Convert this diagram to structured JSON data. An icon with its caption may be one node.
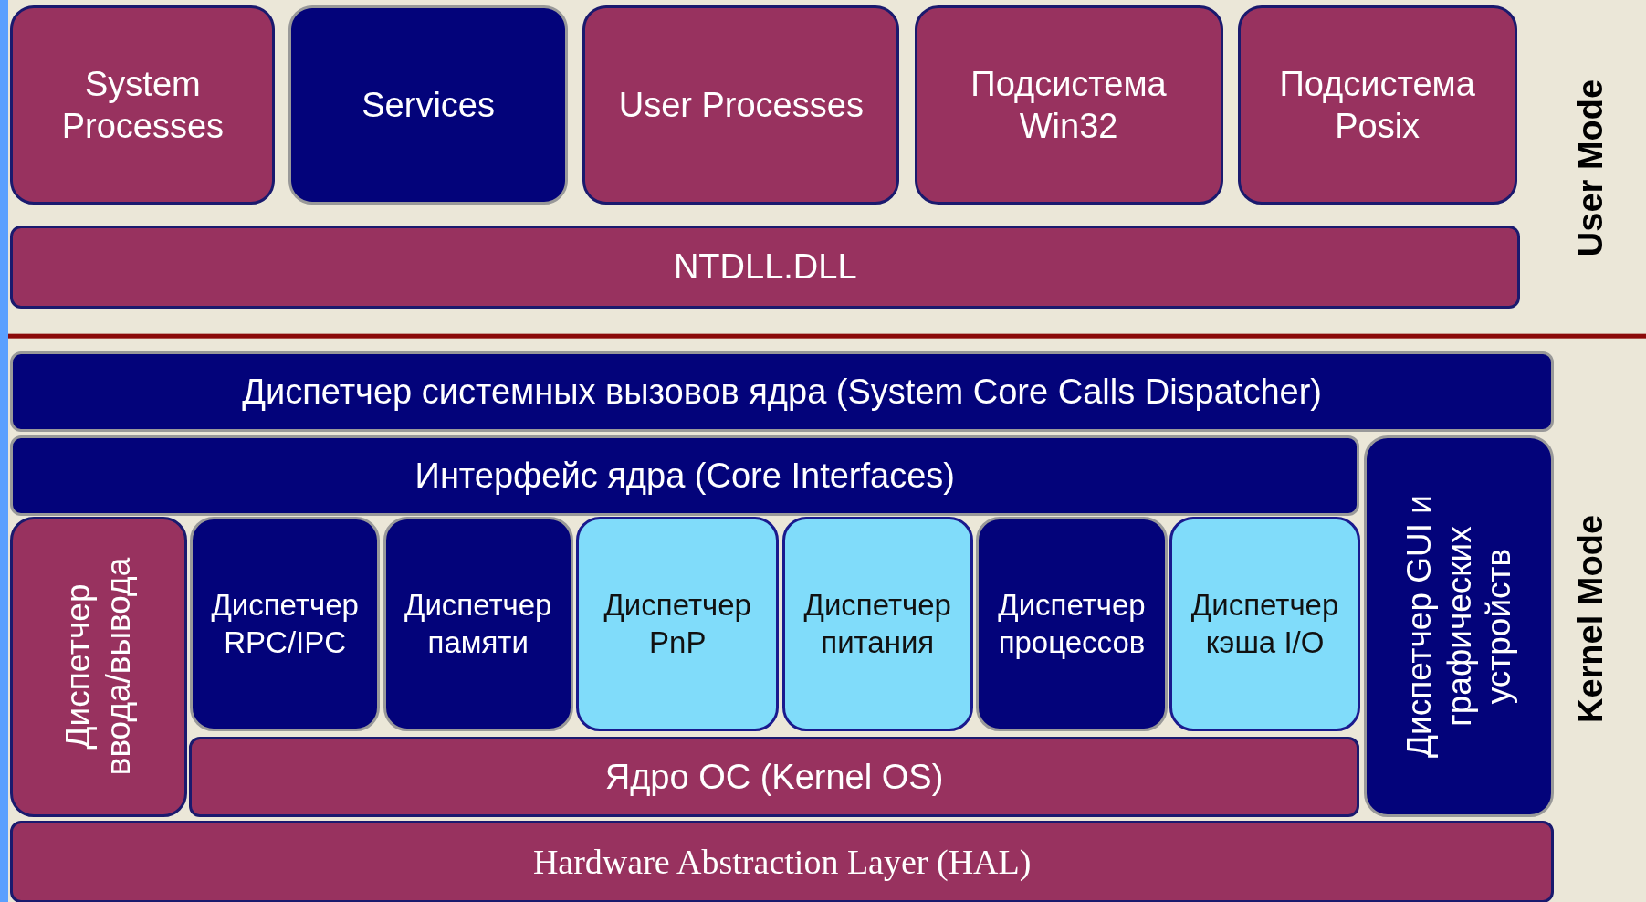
{
  "diagram": {
    "nodes": [
      {
        "text": [
          "System Processes"
        ]
      },
      {
        "text": [
          "Services"
        ]
      },
      {
        "text": [
          "User Processes"
        ]
      },
      {
        "text": [
          "Подсистема Win32"
        ]
      },
      {
        "text": [
          "Подсистема Posix"
        ]
      },
      {
        "text": [
          "NTDLL.DLL"
        ]
      },
      {
        "text": [
          "Диспетчер системных вызовов ядра (System Core Calls Dispatcher)"
        ]
      },
      {
        "text": [
          "Интерфейс ядра (Core Interfaces)"
        ]
      },
      {
        "text": [
          "Диспетчер GUI и графических устройств"
        ]
      },
      {
        "text": [
          "Диспетчер ввода/вывода"
        ]
      },
      {
        "text": [
          "Диспетчер RPC/IPC"
        ]
      },
      {
        "text": [
          "Диспетчер памяти"
        ]
      },
      {
        "text": [
          "Диспетчер PnP"
        ]
      },
      {
        "text": [
          "Диспетчер питания"
        ]
      },
      {
        "text": [
          "Диспетчер процессов"
        ]
      },
      {
        "text": [
          "Диспетчер кэша I/O"
        ]
      },
      {
        "text": [
          "Ядро ОС (Kernel OS)"
        ]
      },
      {
        "text": [
          "Hardware Abstraction Layer (HAL)"
        ]
      }
    ],
    "labels": [
      "User Mode",
      "Kernel Mode"
    ]
  }
}
